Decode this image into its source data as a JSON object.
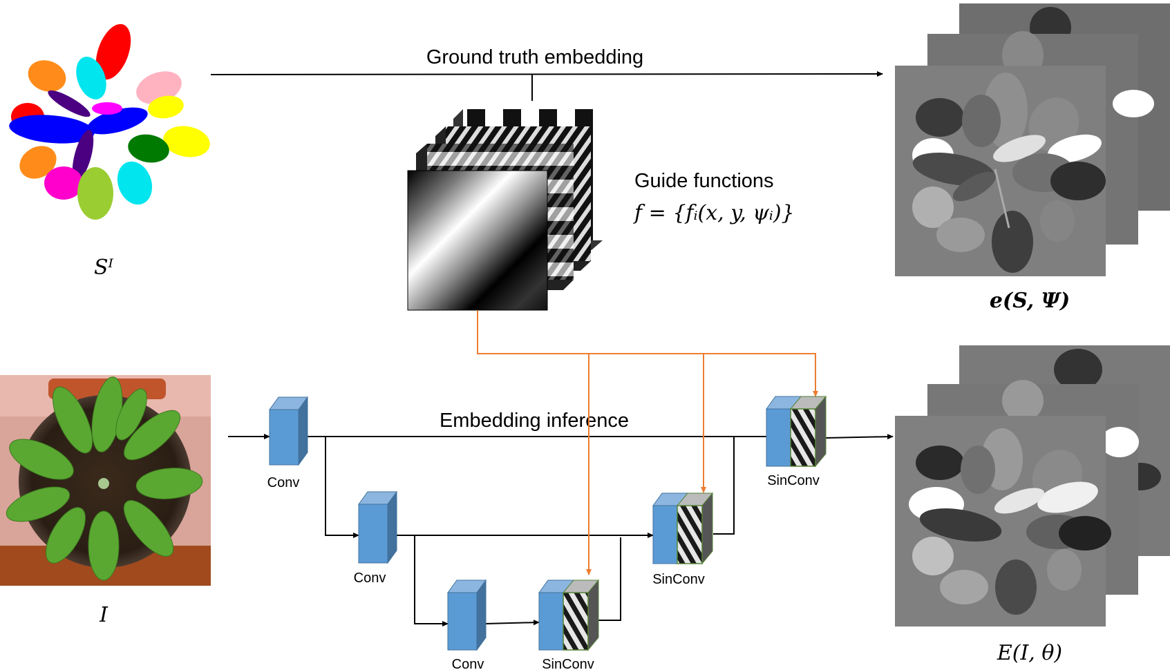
{
  "labels": {
    "ground_truth_embedding": "Ground truth embedding",
    "embedding_inference": "Embedding inference",
    "guide_functions": "Guide functions",
    "guide_formula": "f = {fᵢ(x, y, ψᵢ)}",
    "segmentation_symbol": "Sᴵ",
    "image_symbol": "I",
    "gt_embedding_symbol": "e(S, Ψ)",
    "pred_embedding_symbol": "E(I, θ)"
  },
  "blocks": {
    "conv1": "Conv",
    "conv2": "Conv",
    "conv3": "Conv",
    "sinconv1": "SinConv",
    "sinconv2": "SinConv",
    "sinconv3": "SinConv"
  },
  "colors": {
    "conv_front": "#5b9bd5",
    "conv_side": "#41719c",
    "conv_top": "#8cb6e0",
    "guide_arrow": "#ed7d31",
    "flow_arrow": "#000000",
    "sin_border": "#548235",
    "embedding_bg": "#7f7f7f"
  },
  "icons": {
    "segmentation": "rosette-segmentation-image",
    "photo": "plant-photo-image",
    "guide_stack": "sinusoid-stack-image",
    "gt_stack": "embedding-stack-image",
    "pred_stack": "embedding-stack-image"
  }
}
